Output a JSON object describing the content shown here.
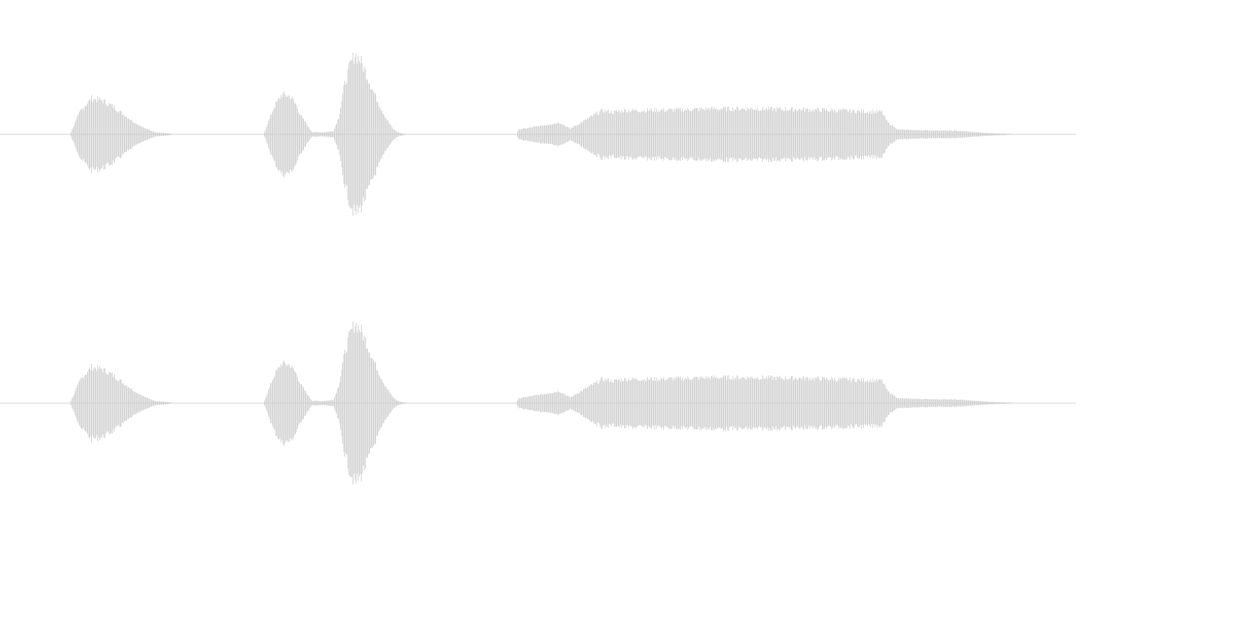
{
  "waveform": {
    "channel_count": 2,
    "colors": {
      "background": "#ffffff",
      "waveform": "#cccccc",
      "baseline": "#cccccc"
    },
    "envelope": {
      "time": [
        0.0,
        0.065,
        0.075,
        0.085,
        0.095,
        0.105,
        0.115,
        0.125,
        0.135,
        0.145,
        0.155,
        0.162,
        0.175,
        0.245,
        0.25,
        0.255,
        0.262,
        0.27,
        0.275,
        0.28,
        0.285,
        0.29,
        0.3,
        0.31,
        0.315,
        0.32,
        0.325,
        0.33,
        0.335,
        0.34,
        0.345,
        0.35,
        0.355,
        0.36,
        0.365,
        0.37,
        0.375,
        0.38,
        0.39,
        0.48,
        0.482,
        0.5,
        0.52,
        0.53,
        0.56,
        0.57,
        0.58,
        0.6,
        0.64,
        0.66,
        0.7,
        0.75,
        0.8,
        0.82,
        0.825,
        0.835,
        0.86,
        0.89,
        0.915,
        0.95,
        1.0
      ],
      "amplitude": [
        0.0,
        0.0,
        0.6,
        0.9,
        0.85,
        0.7,
        0.5,
        0.3,
        0.15,
        0.05,
        0.03,
        0.0,
        0.0,
        0.0,
        0.35,
        0.7,
        1.0,
        0.95,
        0.75,
        0.45,
        0.25,
        0.06,
        0.05,
        0.08,
        0.45,
        1.2,
        1.7,
        2.0,
        1.85,
        1.55,
        1.2,
        0.9,
        0.6,
        0.35,
        0.15,
        0.05,
        0.02,
        0.0,
        0.0,
        0.0,
        0.12,
        0.2,
        0.3,
        0.14,
        0.6,
        0.55,
        0.6,
        0.6,
        0.62,
        0.64,
        0.64,
        0.62,
        0.58,
        0.56,
        0.3,
        0.12,
        0.1,
        0.09,
        0.04,
        0.0,
        0.0
      ]
    }
  }
}
